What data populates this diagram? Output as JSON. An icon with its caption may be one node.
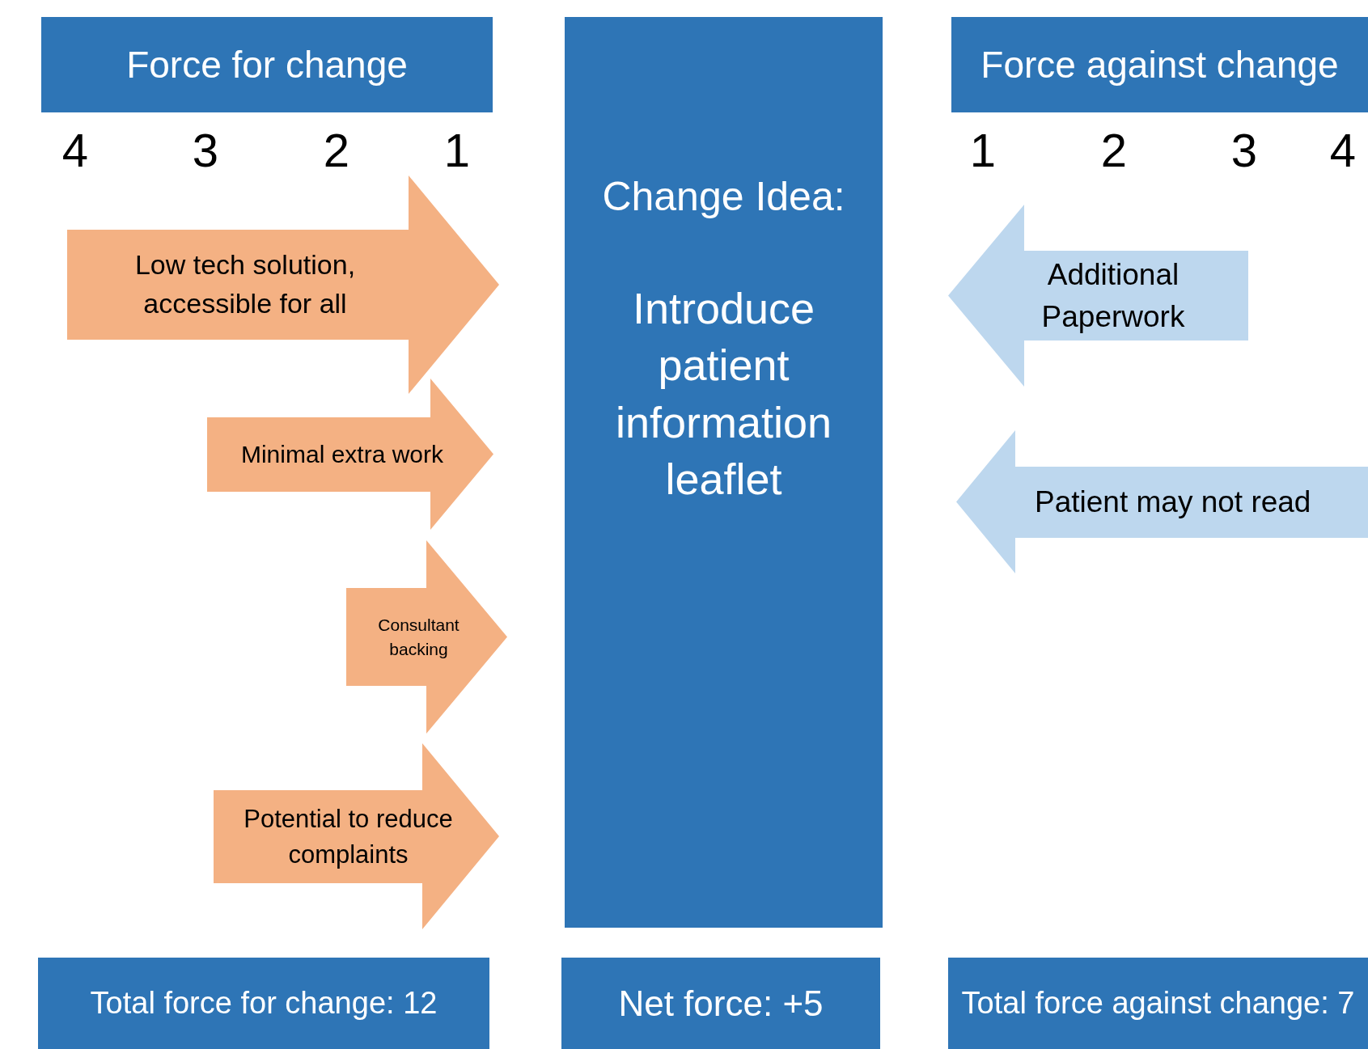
{
  "diagram": {
    "nodes": [
      {
        "text": [
          "Force for change"
        ]
      },
      {
        "text": [
          "Change Idea:",
          "Introduce patient information leaflet"
        ]
      },
      {
        "text": [
          "Force against change"
        ]
      },
      {
        "text": [
          "Low tech solution, accessible for all"
        ]
      },
      {
        "text": [
          "Minimal extra work"
        ]
      },
      {
        "text": [
          "Consultant backing"
        ]
      },
      {
        "text": [
          "Potential to reduce complaints"
        ]
      },
      {
        "text": [
          "Additional Paperwork"
        ]
      },
      {
        "text": [
          "Patient may not read"
        ]
      },
      {
        "text": [
          "Total force for change: 12"
        ]
      },
      {
        "text": [
          "Net force: +5"
        ]
      },
      {
        "text": [
          "Total force against change: 7"
        ]
      }
    ],
    "edges": [],
    "labels": [
      "4",
      "3",
      "2",
      "1",
      "1",
      "2",
      "3",
      "4"
    ]
  }
}
